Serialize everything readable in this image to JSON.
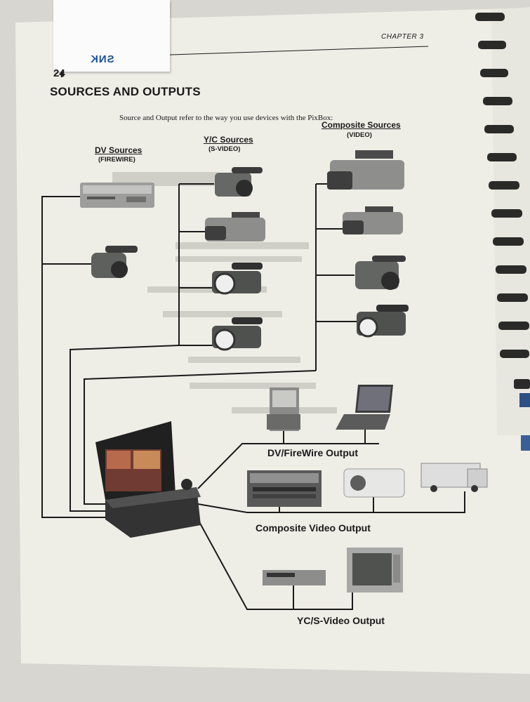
{
  "page": {
    "chapter": "CHAPTER 3",
    "page_number": "24",
    "heading": "SOURCES AND OUTPUTS",
    "intro": "Source and Output refer to the way you use devices with the PixBox:"
  },
  "sticky_note": {
    "logo_text": "SNK"
  },
  "sources": {
    "dv": {
      "title": "DV Sources",
      "subtitle": "(FIREWIRE)"
    },
    "yc": {
      "title": "Y/C Sources",
      "subtitle": "(S-VIDEO)"
    },
    "composite": {
      "title": "Composite Sources",
      "subtitle": "(VIDEO)"
    }
  },
  "outputs": {
    "dv": "DV/FireWire Output",
    "composite": "Composite Video Output",
    "yc": "YC/S-Video Output"
  },
  "colors": {
    "paper": "#eeede6",
    "line": "#1a1a1a",
    "logo": "#1c4f9c"
  }
}
